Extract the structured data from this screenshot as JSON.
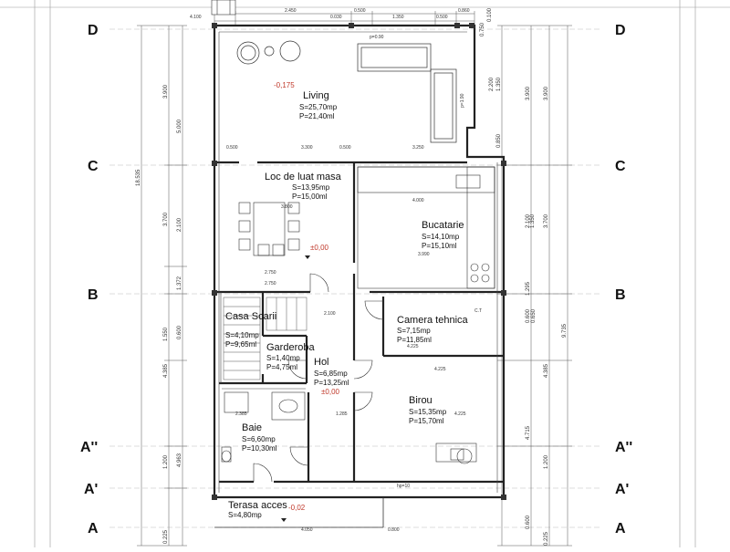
{
  "grid": {
    "rows": [
      "D",
      "C",
      "B",
      "A''",
      "A'",
      "A"
    ]
  },
  "rooms": [
    {
      "id": "living",
      "name": "Living",
      "area": "S=25,70mp",
      "perim": "P=21,40ml"
    },
    {
      "id": "dining",
      "name": "Loc de luat masa",
      "area": "S=13,95mp",
      "perim": "P=15,00ml"
    },
    {
      "id": "kitchen",
      "name": "Bucatarie",
      "area": "S=14,10mp",
      "perim": "P=15,10ml"
    },
    {
      "id": "stairs",
      "name": "Casa Scarii",
      "area": "S=4,10mp",
      "perim": "P=9,65ml"
    },
    {
      "id": "wardrobe",
      "name": "Garderoba",
      "area": "S=1,40mp",
      "perim": "P=4,75ml"
    },
    {
      "id": "hall",
      "name": "Hol",
      "area": "S=6,85mp",
      "perim": "P=13,25ml"
    },
    {
      "id": "tech",
      "name": "Camera tehnica",
      "area": "S=7,15mp",
      "perim": "P=11,85ml"
    },
    {
      "id": "office",
      "name": "Birou",
      "area": "S=15,35mp",
      "perim": "P=15,70ml"
    },
    {
      "id": "bath",
      "name": "Baie",
      "area": "S=6,60mp",
      "perim": "P=10,30ml"
    },
    {
      "id": "terrace",
      "name": "Terasa acces",
      "area": "S=4,80mp",
      "perim": ""
    }
  ],
  "levels": {
    "living": "-0,175",
    "ground": "±0,00",
    "hall": "±0,00",
    "terrace": "-0,02"
  },
  "dims": {
    "top_total": "4.100",
    "top_a": "2.450",
    "top_b": "0.030",
    "top_c": "0.500",
    "top_d": "1.350",
    "top_e": "0.500",
    "top_f": "0.860",
    "living_w1": "3.300",
    "living_w2": "3.250",
    "living_s1": "0.500",
    "living_s2": "0.500",
    "p090": "p=0.90",
    "p190": "p=1.90",
    "dining_w": "3.800",
    "kitchen_w": "4.000",
    "kitchen_w2": "3.990",
    "dining_w2": "2.750",
    "dining_w3": "2.750",
    "hall_w": "2.100",
    "hall_w2": "1.285",
    "tech_w": "4.225",
    "office_w": "4.225",
    "office_w2": "4.225",
    "bath_w": "2.385",
    "terrace_w": "4.050",
    "bottom_w": "0.800",
    "hp": "hp=10",
    "ct": "C.T",
    "l_18535": "18.535",
    "l_5000": "5.000",
    "l_3900": "3.900",
    "l_3700": "3.700",
    "l_2100": "2.100",
    "l_1372": "1.372",
    "l_1550": "1.550",
    "l_0600": "0.600",
    "l_4385": "4.385",
    "l_4963": "4.963",
    "l_1200": "1.200",
    "l_0225": "0.225",
    "r_3900": "3.900",
    "r_3900b": "3.900",
    "r_2200": "2.200",
    "r_1350": "1.350",
    "r_0850": "0.850",
    "r_2100": "2.100",
    "r_1350b": "1.350",
    "r_3700": "3.700",
    "r_1295": "1.295",
    "r_0600": "0.600",
    "r_0650": "0.650",
    "r_9735": "9.735",
    "r_4385": "4.385",
    "r_4715": "4.715",
    "r_1200": "1.200",
    "r_0600b": "0.600",
    "r_0225": "0.225",
    "r_0750": "0.750",
    "r_0100": "0.100"
  }
}
